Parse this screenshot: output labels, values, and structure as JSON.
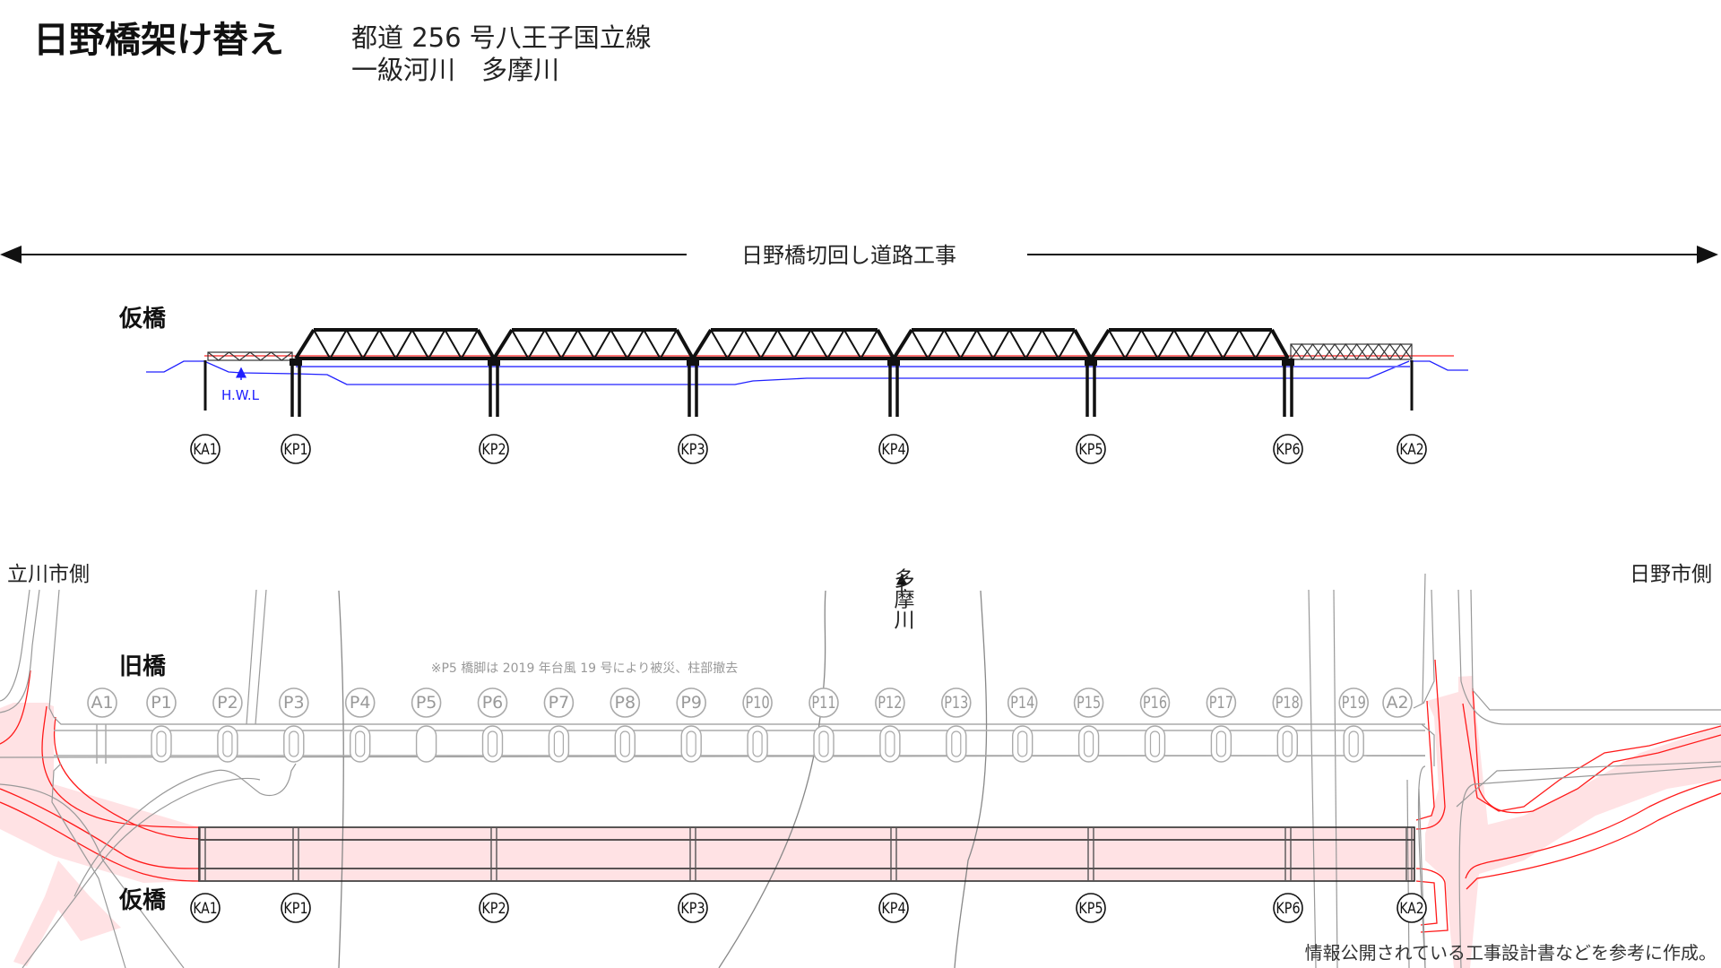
{
  "header": {
    "title": "日野橋架け替え",
    "subtitle_line1": "都道 256 号八王子国立線",
    "subtitle_line2": "一級河川　多摩川"
  },
  "elevation": {
    "route_label": "日野橋切回し道路工事",
    "bridge_label": "仮橋",
    "hwl_label": "H.W.L",
    "piers": [
      "KA1",
      "KP1",
      "KP2",
      "KP3",
      "KP4",
      "KP5",
      "KP6",
      "KA2"
    ]
  },
  "plan": {
    "left_side": "立川市側",
    "right_side": "日野市側",
    "river_label": "多摩川",
    "old_bridge_label": "旧橋",
    "temp_bridge_label": "仮橋",
    "note": "※P5 橋脚は 2019 年台風 19 号により被災、柱部撤去",
    "old_piers": [
      "A1",
      "P1",
      "P2",
      "P3",
      "P4",
      "P5",
      "P6",
      "P7",
      "P8",
      "P9",
      "P10",
      "P11",
      "P12",
      "P13",
      "P14",
      "P15",
      "P16",
      "P17",
      "P18",
      "P19",
      "A2"
    ],
    "temp_piers": [
      "KA1",
      "KP1",
      "KP2",
      "KP3",
      "KP4",
      "KP5",
      "KP6",
      "KA2"
    ]
  },
  "footer": {
    "source_note": "情報公開されている工事設計書などを参考に作成。"
  },
  "colors": {
    "road_pink": "#ffe2e4",
    "road_red": "#ff1a1a",
    "water_blue": "#2020ff",
    "old_gray": "#aaaaaa"
  }
}
